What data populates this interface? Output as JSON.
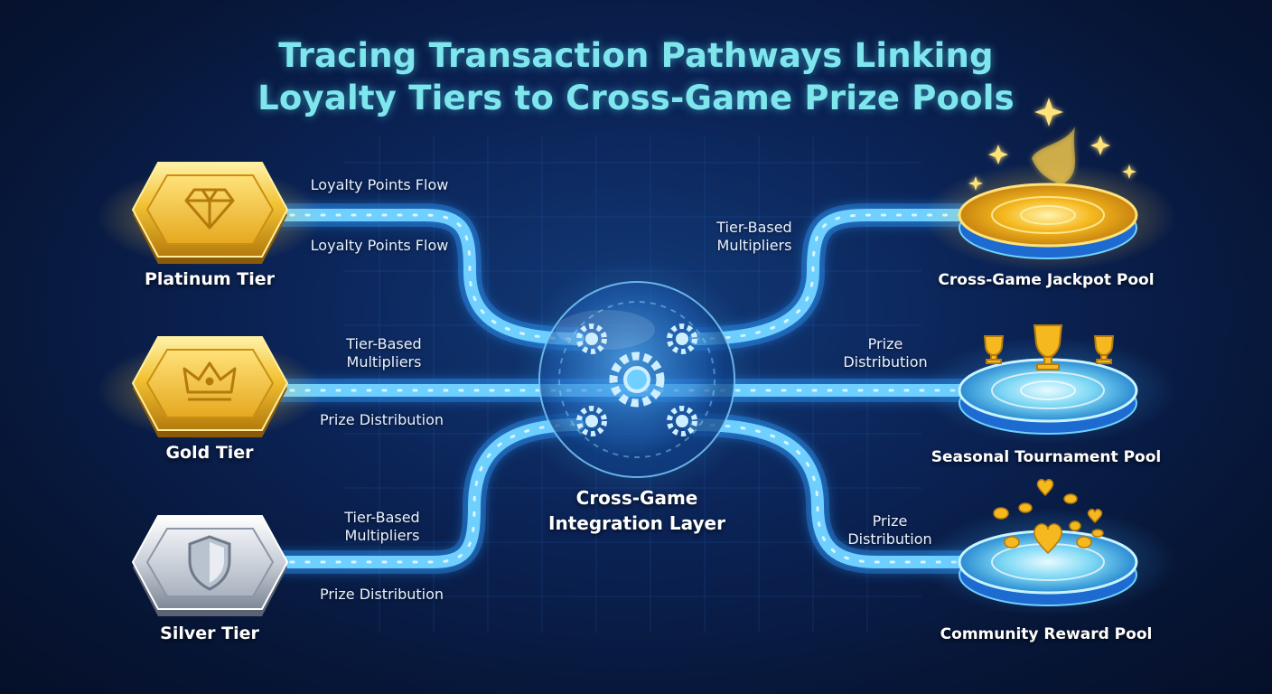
{
  "title": {
    "line1": "Tracing Transaction Pathways Linking",
    "line2": "Loyalty Tiers to Cross-Game Prize Pools"
  },
  "tiers": [
    {
      "name": "Platinum Tier",
      "icon": "diamond-icon",
      "color": "#f2c233"
    },
    {
      "name": "Gold Tier",
      "icon": "crown-icon",
      "color": "#f2c233"
    },
    {
      "name": "Silver Tier",
      "icon": "shield-icon",
      "color": "#c9cfd8"
    }
  ],
  "hub": {
    "line1": "Cross-Game",
    "line2": "Integration Layer",
    "icon": "gears-icon"
  },
  "pools": [
    {
      "name": "Cross-Game Jackpot Pool",
      "icon": "sparkles-icon",
      "color": "#f5b81e"
    },
    {
      "name": "Seasonal Tournament Pool",
      "icon": "trophy-icon",
      "color": "#7fd8f5"
    },
    {
      "name": "Community Reward Pool",
      "icon": "coins-hearts-icon",
      "color": "#7fd8f5"
    }
  ],
  "flow_labels": {
    "platinum_top": "Loyalty Points Flow",
    "platinum_bottom": "Loyalty Points Flow",
    "gold_top_1": "Tier-Based",
    "gold_top_2": "Multipliers",
    "gold_bottom": "Prize Distribution",
    "silver_top_1": "Tier-Based",
    "silver_top_2": "Multipliers",
    "silver_bottom": "Prize Distribution",
    "jackpot_1": "Tier-Based",
    "jackpot_2": "Multipliers",
    "tournament_1": "Prize",
    "tournament_2": "Distribution",
    "community_1": "Prize",
    "community_2": "Distribution"
  },
  "colors": {
    "accent": "#7fe6ee",
    "flow": "#3fb4ff",
    "gold": "#f2c233",
    "silver": "#c9cfd8"
  }
}
